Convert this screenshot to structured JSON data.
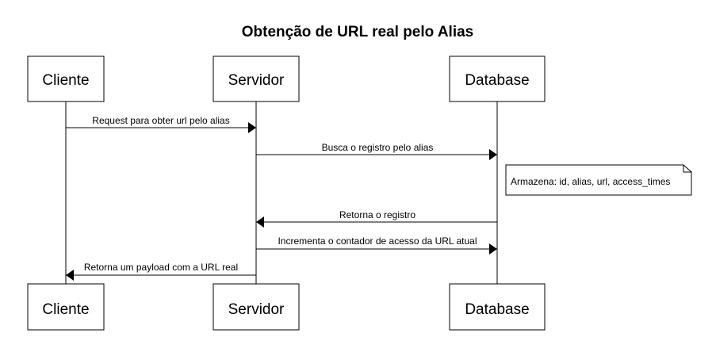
{
  "title": "Obtenção de URL real pelo Alias",
  "participants": [
    {
      "id": "client",
      "label": "Cliente"
    },
    {
      "id": "server",
      "label": "Servidor"
    },
    {
      "id": "db",
      "label": "Database"
    }
  ],
  "messages": [
    {
      "from": "client",
      "to": "server",
      "label": "Request para obter url pelo alias"
    },
    {
      "from": "server",
      "to": "db",
      "label": "Busca o registro pelo alias"
    },
    {
      "from": "db",
      "to": "server",
      "label": "Retorna o registro"
    },
    {
      "from": "server",
      "to": "db",
      "label": "Incrementa o contador de acesso da URL atual"
    },
    {
      "from": "server",
      "to": "client",
      "label": "Retorna um payload com a URL real"
    }
  ],
  "note": {
    "attached_to": "db",
    "text": "Armazena: id, alias, url, access_times"
  }
}
